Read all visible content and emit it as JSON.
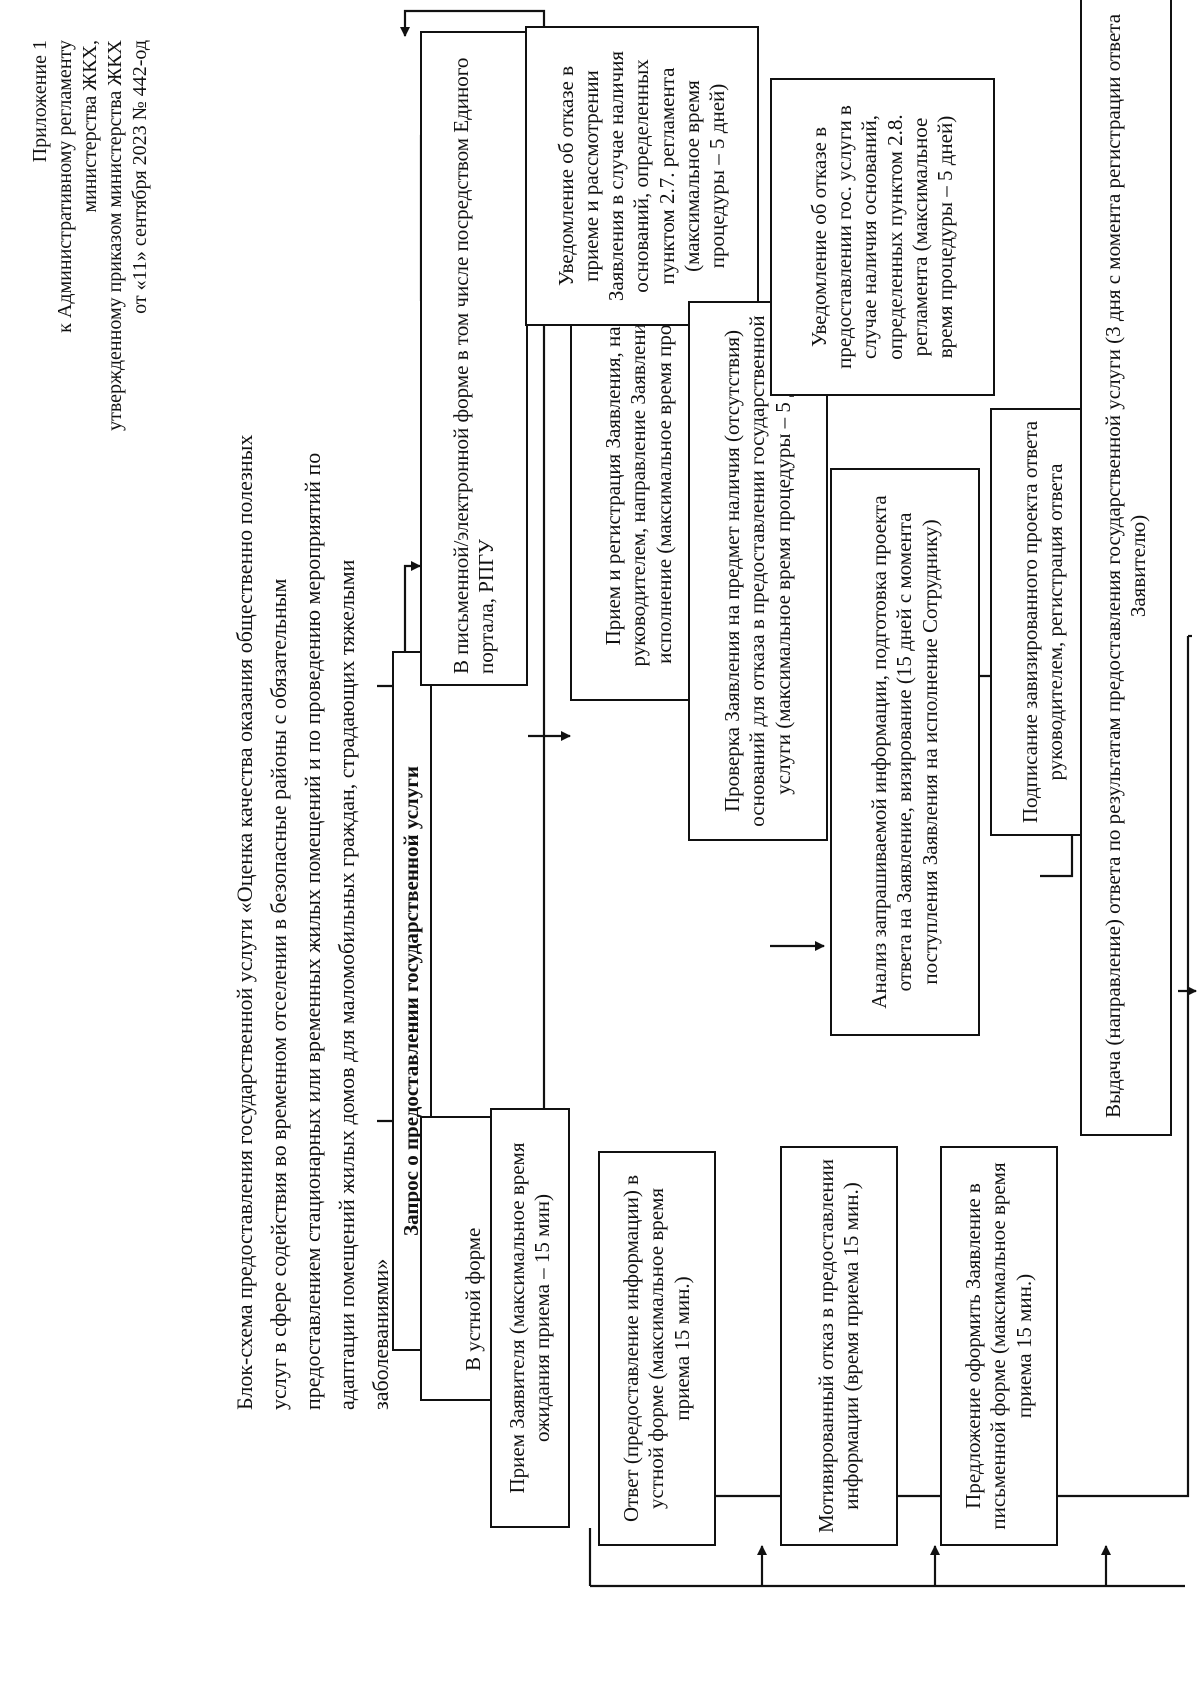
{
  "appendix": {
    "line1": "Приложение 1",
    "line2": "к Административному регламенту",
    "line3": "министерства ЖКХ,",
    "line4": "утвержденному приказом министерства ЖКХ",
    "line5": "от «11» сентября 2023 № 442-од"
  },
  "title": "Блок-схема предоставления государственной услуги «Оценка качества оказания общественно полезных услуг в сфере содействия во временном отселении в безопасные районы с обязательным предоставлением стационарных или временных жилых помещений и по проведению мероприятий по адаптации помещений жилых домов для маломобильных граждан, страдающих тяжелыми заболеваниями»",
  "boxes": {
    "request": "Запрос о предоставлении государственной услуги",
    "oral": "В устной форме",
    "written": "В письменной/электронной форме в том числе посредством Единого портала, РПГУ",
    "reception": "Прием Заявителя (максимальное время ожидания приема – 15 мин)",
    "answer_oral": "Ответ (предоставление информации) в устной форме (максимальное время приема 15 мин.)",
    "motivated_refusal": "Мотивированный отказ в предоставлении информации (время приема 15 мин.)",
    "offer_written": "Предложение оформить Заявление в письменной форме (максимальное время приема 15 мин.)",
    "registration": "Прием и регистрация Заявления, наложение визы руководителем, направление Заявления сотруднику на исполнение (максимальное время процедуры – 3 дня)",
    "refusal_27": "Уведомление об отказе в приеме и рассмотрении Заявления в случае наличия оснований, определенных пунктом 2.7. регламента (максимальное время процедуры – 5 дней)",
    "check": "Проверка Заявления на предмет наличия (отсутствия) оснований для отказа в предоставлении государственной услуги (максимальное время процедуры – 5 дней)",
    "refusal_28": "Уведомление об отказе в предоставлении гос. услуги в случае наличия оснований, определенных пунктом 2.8. регламента (максимальное время процедуры – 5 дней)",
    "analysis": "Анализ запрашиваемой информации, подготовка проекта ответа на Заявление, визирование (15 дней с момента поступления Заявления на исполнение Сотруднику)",
    "signing": "Подписание завизированного проекта ответа руководителем, регистрация ответа",
    "issue": "Выдача (направление) ответа по результатам предоставления государственной услуги (3 дня с момента регистрации ответа Заявителю)"
  }
}
